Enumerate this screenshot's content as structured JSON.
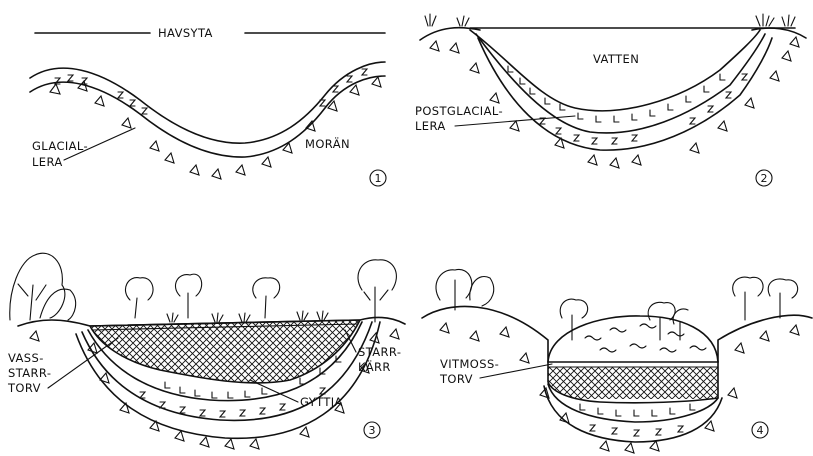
{
  "panels": [
    {
      "number": "1",
      "labels": {
        "sea_surface": "HAVSYTA",
        "glacial_clay_1": "GLACIAL-",
        "glacial_clay_2": "LERA",
        "moraine": "MORÄN"
      }
    },
    {
      "number": "2",
      "labels": {
        "water": "VATTEN",
        "postglacial_clay_1": "POSTGLACIAL-",
        "postglacial_clay_2": "LERA"
      }
    },
    {
      "number": "3",
      "labels": {
        "reed_sedge_peat_1": "VASS-",
        "reed_sedge_peat_2": "STARR-",
        "reed_sedge_peat_3": "TORV",
        "sedge_fen_1": "STARR-",
        "sedge_fen_2": "KÄRR",
        "gyttja": "GYTTJA"
      }
    },
    {
      "number": "4",
      "labels": {
        "sphagnum_peat_1": "VITMOSS-",
        "sphagnum_peat_2": "TORV"
      }
    }
  ]
}
